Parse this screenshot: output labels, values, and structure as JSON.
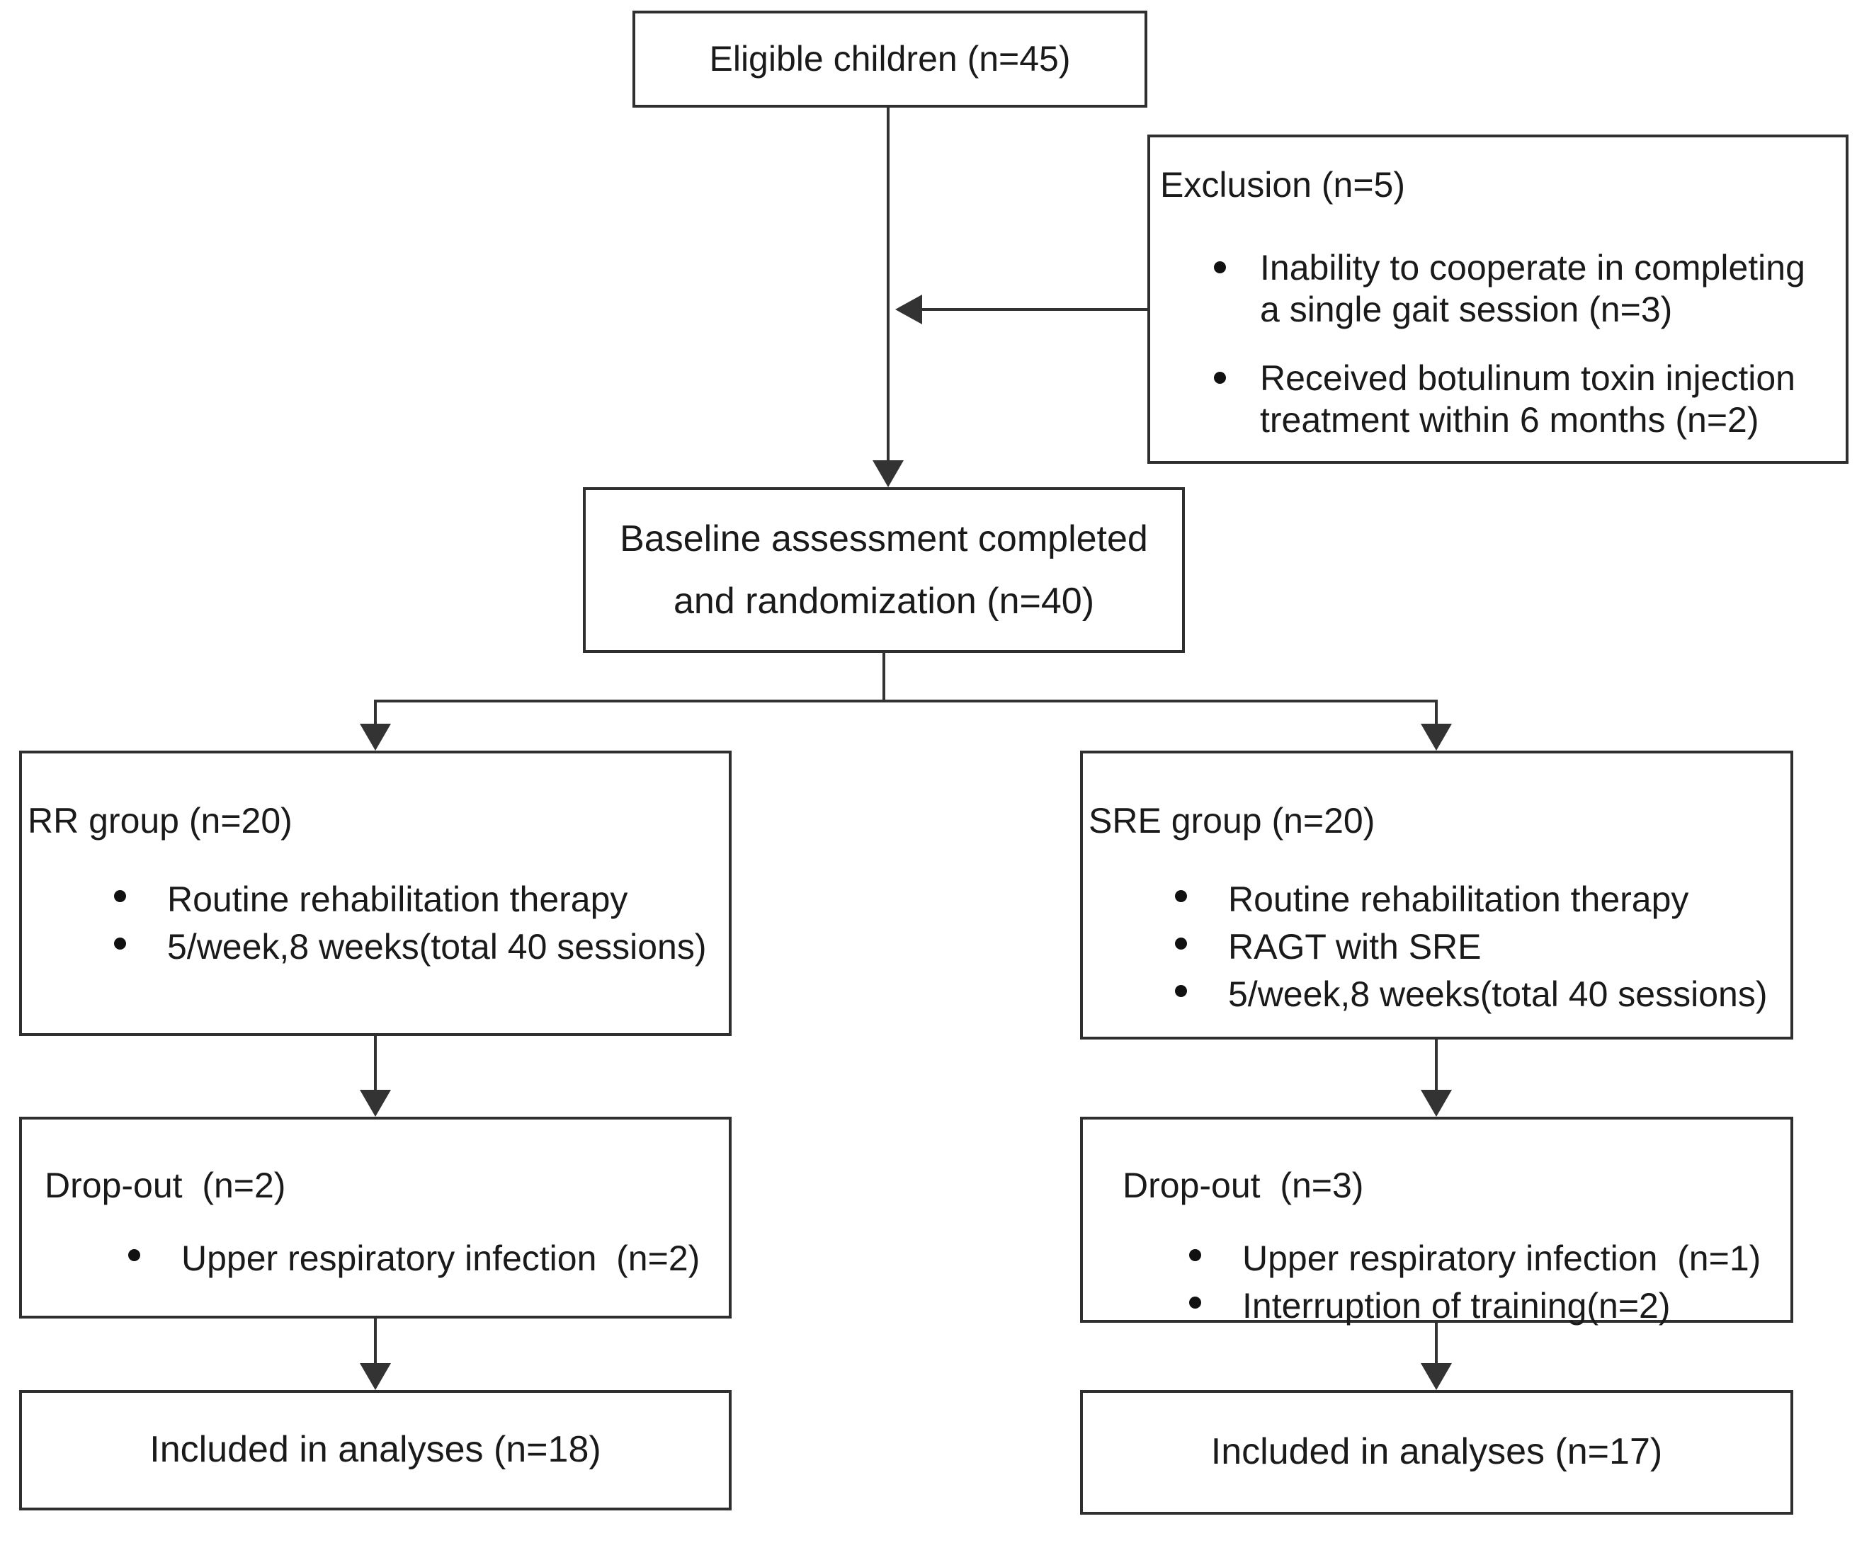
{
  "diagram": {
    "eligible": {
      "label": "Eligible children (n=45)"
    },
    "exclusion": {
      "title": "Exclusion (n=5)",
      "bullets": [
        "Inability to cooperate in completing a single gait session (n=3)",
        "Received botulinum toxin injection treatment within 6 months (n=2)"
      ]
    },
    "baseline": {
      "line1": "Baseline assessment completed",
      "line2": "and randomization (n=40)"
    },
    "rr_group": {
      "title": "RR group (n=20)",
      "bullets": [
        "Routine rehabilitation therapy",
        "5/week,8 weeks(total 40 sessions)"
      ]
    },
    "sre_group": {
      "title": "SRE group (n=20)",
      "bullets": [
        "Routine rehabilitation therapy",
        "RAGT with SRE",
        "5/week,8 weeks(total 40 sessions)"
      ]
    },
    "dropout_rr": {
      "title": "Drop-out  (n=2)",
      "bullets": [
        "Upper respiratory infection  (n=2)"
      ]
    },
    "dropout_sre": {
      "title": "Drop-out  (n=3)",
      "bullets": [
        "Upper respiratory infection  (n=1)",
        "Interruption of training(n=2)"
      ]
    },
    "included_rr": {
      "label": "Included in analyses (n=18)"
    },
    "included_sre": {
      "label": "Included in analyses (n=17)"
    }
  },
  "colors": {
    "background": "#ffffff",
    "box_border": "#2f2f2f",
    "connector": "#333333",
    "text": "#1a1a1a"
  }
}
